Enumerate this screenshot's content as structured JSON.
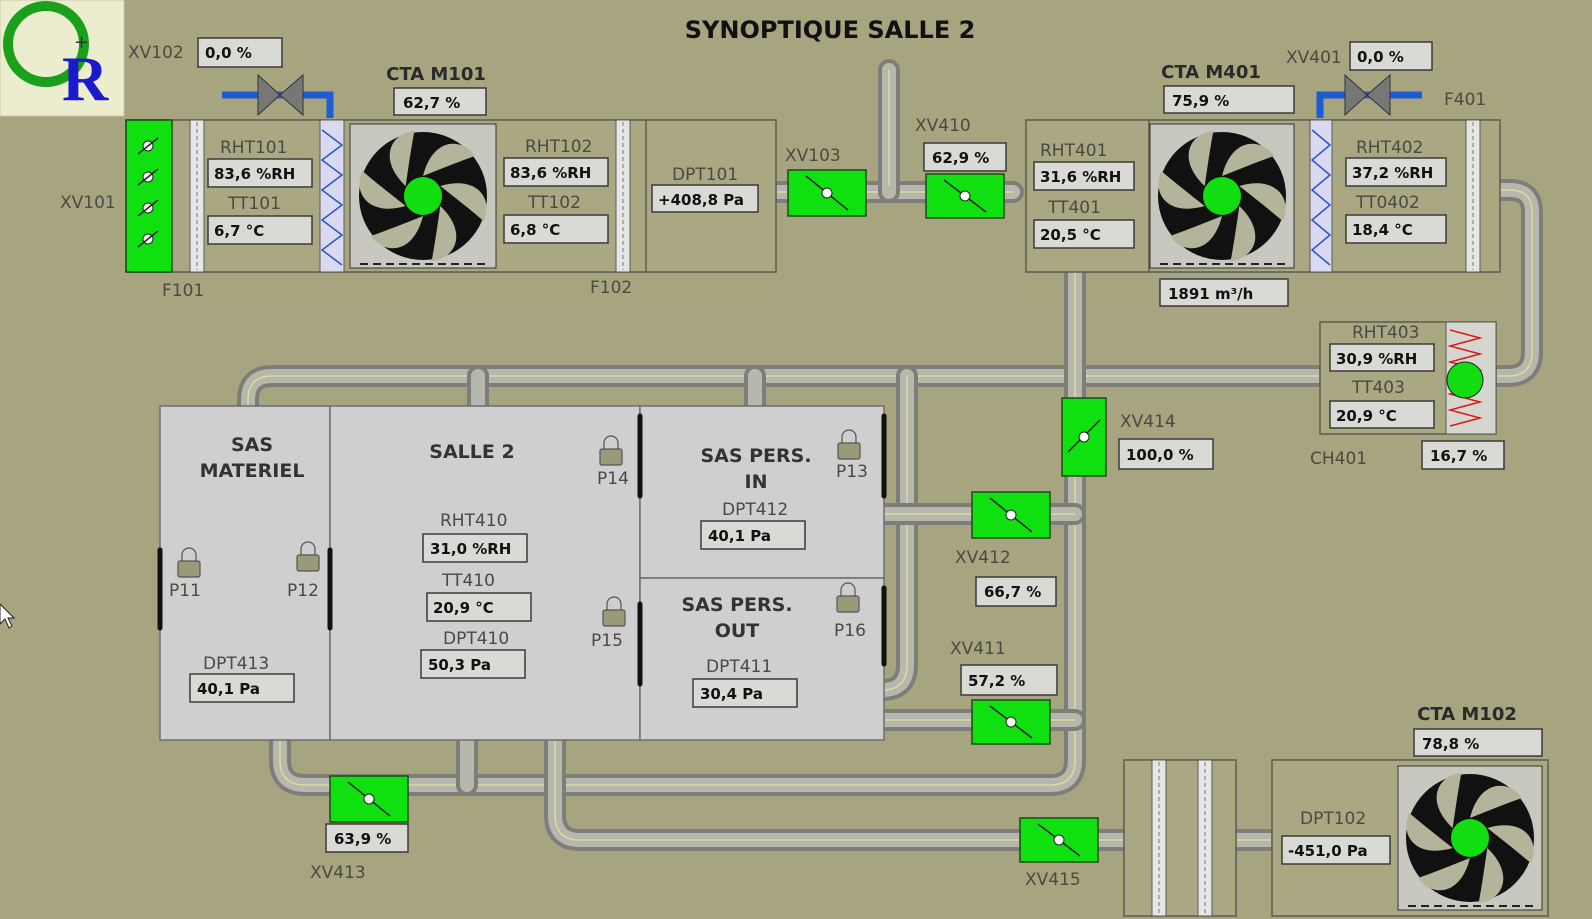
{
  "title": "SYNOPTIQUE SALLE 2",
  "logo": {
    "text": "OR"
  },
  "ahu": {
    "m101": {
      "name": "CTA M101",
      "value": "62,7 %"
    },
    "m401": {
      "name": "CTA M401",
      "value": "75,9 %",
      "flow": "1891 m³/h"
    },
    "m102": {
      "name": "CTA M102",
      "value": "78,8 %"
    }
  },
  "valves": {
    "xv102": {
      "name": "XV102",
      "value": "0,0 %"
    },
    "xv401": {
      "name": "XV401",
      "value": "0,0 %"
    },
    "xv101": {
      "name": "XV101"
    },
    "xv103": {
      "name": "XV103"
    },
    "xv410": {
      "name": "XV410",
      "value": "62,9 %"
    },
    "xv414": {
      "name": "XV414",
      "value": "100,0 %"
    },
    "xv412": {
      "name": "XV412",
      "value": "66,7 %"
    },
    "xv411": {
      "name": "XV411",
      "value": "57,2 %"
    },
    "xv413": {
      "name": "XV413",
      "value": "63,9 %"
    },
    "xv415": {
      "name": "XV415"
    }
  },
  "filters": {
    "f101": "F101",
    "f102": "F102",
    "f401": "F401"
  },
  "sensors": {
    "rht101": {
      "name": "RHT101",
      "value": "83,6 %RH"
    },
    "tt101": {
      "name": "TT101",
      "value": "6,7 °C"
    },
    "rht102": {
      "name": "RHT102",
      "value": "83,6 %RH"
    },
    "tt102": {
      "name": "TT102",
      "value": "6,8 °C"
    },
    "dpt101": {
      "name": "DPT101",
      "value": "+408,8 Pa"
    },
    "rht401": {
      "name": "RHT401",
      "value": "31,6 %RH"
    },
    "tt401": {
      "name": "TT401",
      "value": "20,5 °C"
    },
    "rht402": {
      "name": "RHT402",
      "value": "37,2 %RH"
    },
    "tt0402": {
      "name": "TT0402",
      "value": "18,4 °C"
    },
    "rht403": {
      "name": "RHT403",
      "value": "30,9 %RH"
    },
    "tt403": {
      "name": "TT403",
      "value": "20,9 °C"
    },
    "ch401": {
      "name": "CH401",
      "value": "16,7 %"
    },
    "rht410": {
      "name": "RHT410",
      "value": "31,0 %RH"
    },
    "tt410": {
      "name": "TT410",
      "value": "20,9 °C"
    },
    "dpt410": {
      "name": "DPT410",
      "value": "50,3 Pa"
    },
    "dpt412": {
      "name": "DPT412",
      "value": "40,1 Pa"
    },
    "dpt411": {
      "name": "DPT411",
      "value": "30,4 Pa"
    },
    "dpt413": {
      "name": "DPT413",
      "value": "40,1 Pa"
    },
    "dpt102": {
      "name": "DPT102",
      "value": "-451,0 Pa"
    }
  },
  "rooms": {
    "sas_materiel": [
      "SAS",
      "MATERIEL"
    ],
    "salle2": "SALLE 2",
    "sas_pers_in": [
      "SAS PERS.",
      "IN"
    ],
    "sas_pers_out": [
      "SAS PERS.",
      "OUT"
    ]
  },
  "doors": {
    "p11": "P11",
    "p12": "P12",
    "p13": "P13",
    "p14": "P14",
    "p15": "P15",
    "p16": "P16"
  }
}
